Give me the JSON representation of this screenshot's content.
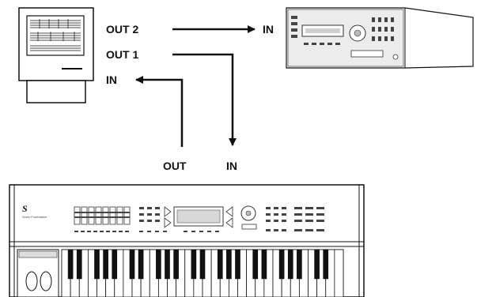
{
  "computer": {
    "port_out2": "OUT 2",
    "port_out1": "OUT 1",
    "port_in": "IN"
  },
  "sound_module": {
    "port_in": "IN"
  },
  "keyboard": {
    "port_out": "OUT",
    "port_in": "IN",
    "brand_logo": "S",
    "brand_name": "Sonic Foundation"
  },
  "colors": {
    "line": "#111111",
    "device_fill": "#ffffff",
    "device_shade": "#e6e6e6"
  }
}
